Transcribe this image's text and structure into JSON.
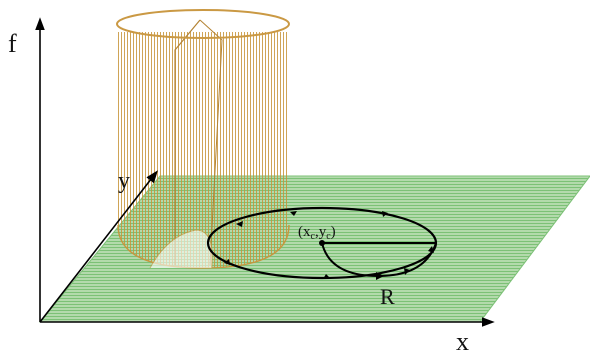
{
  "labels": {
    "f_axis": "f",
    "x_axis": "x",
    "y_axis": "y",
    "center_x": "x",
    "center_sub_x": "c",
    "center_comma": ",",
    "center_y": "y",
    "center_sub_y": "c",
    "center_open": "(",
    "center_close": ")",
    "radius": "R"
  },
  "colors": {
    "plane_fill": "#a8d4a0",
    "plane_line": "#6fb86a",
    "cylinder": "#c8943a",
    "axis": "#000000",
    "path": "#000000"
  }
}
